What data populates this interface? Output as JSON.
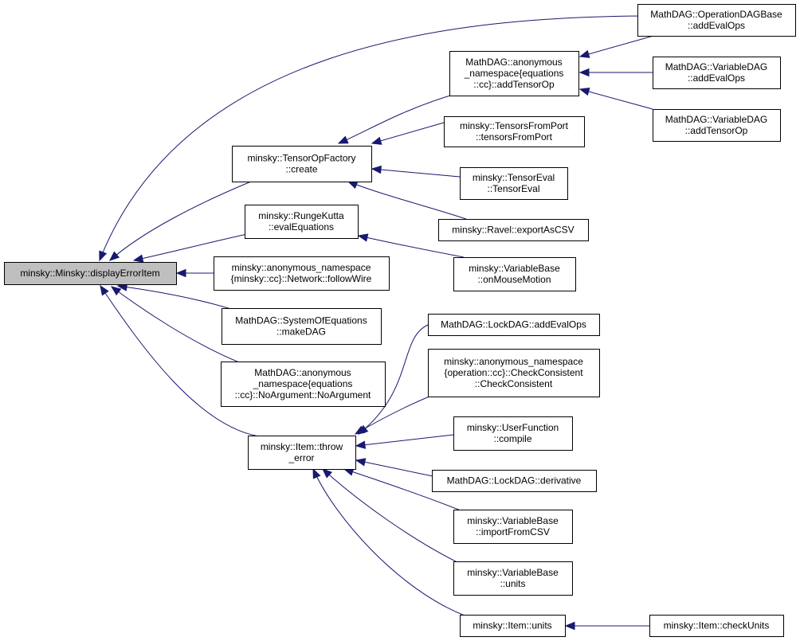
{
  "diagram": {
    "colors": {
      "edge": "#191970",
      "root_fill": "#bfbfbf",
      "node_fill": "#ffffff",
      "border": "#000000"
    },
    "nodes": [
      {
        "id": "root",
        "lines": [
          "minsky::Minsky::displayErrorItem"
        ]
      },
      {
        "id": "opDagAddEval",
        "lines": [
          "MathDAG::OperationDAGBase",
          "::addEvalOps"
        ]
      },
      {
        "id": "anonAddTensorOp",
        "lines": [
          "MathDAG::anonymous",
          "_namespace{equations",
          "::cc}::addTensorOp"
        ]
      },
      {
        "id": "varDagAddEval",
        "lines": [
          "MathDAG::VariableDAG",
          "::addEvalOps"
        ]
      },
      {
        "id": "varDagAddTensor",
        "lines": [
          "MathDAG::VariableDAG",
          "::addTensorOp"
        ]
      },
      {
        "id": "tensorOpCreate",
        "lines": [
          "minsky::TensorOpFactory",
          "::create"
        ]
      },
      {
        "id": "tensorsFromPort",
        "lines": [
          "minsky::TensorsFromPort",
          "::tensorsFromPort"
        ]
      },
      {
        "id": "tensorEval",
        "lines": [
          "minsky::TensorEval",
          "::TensorEval"
        ]
      },
      {
        "id": "ravelExport",
        "lines": [
          "minsky::Ravel::exportAsCSV"
        ]
      },
      {
        "id": "rungeKutta",
        "lines": [
          "minsky::RungeKutta",
          "::evalEquations"
        ]
      },
      {
        "id": "onMouseMotion",
        "lines": [
          "minsky::VariableBase",
          "::onMouseMotion"
        ]
      },
      {
        "id": "followWire",
        "lines": [
          "minsky::anonymous_namespace",
          "{minsky::cc}::Network::followWire"
        ]
      },
      {
        "id": "makeDAG",
        "lines": [
          "MathDAG::SystemOfEquations",
          "::makeDAG"
        ]
      },
      {
        "id": "noArgument",
        "lines": [
          "MathDAG::anonymous",
          "_namespace{equations",
          "::cc}::NoArgument::NoArgument"
        ]
      },
      {
        "id": "throwError",
        "lines": [
          "minsky::Item::throw",
          "_error"
        ]
      },
      {
        "id": "lockAddEval",
        "lines": [
          "MathDAG::LockDAG::addEvalOps"
        ]
      },
      {
        "id": "checkConsistent",
        "lines": [
          "minsky::anonymous_namespace",
          "{operation::cc}::CheckConsistent",
          "::CheckConsistent"
        ]
      },
      {
        "id": "userFnCompile",
        "lines": [
          "minsky::UserFunction",
          "::compile"
        ]
      },
      {
        "id": "lockDerivative",
        "lines": [
          "MathDAG::LockDAG::derivative"
        ]
      },
      {
        "id": "importFromCSV",
        "lines": [
          "minsky::VariableBase",
          "::importFromCSV"
        ]
      },
      {
        "id": "varBaseUnits",
        "lines": [
          "minsky::VariableBase",
          "::units"
        ]
      },
      {
        "id": "itemUnits",
        "lines": [
          "minsky::Item::units"
        ]
      },
      {
        "id": "checkUnits",
        "lines": [
          "minsky::Item::checkUnits"
        ]
      }
    ],
    "edges": [
      {
        "from": "opDagAddEval",
        "to": "root"
      },
      {
        "from": "opDagAddEval",
        "to": "anonAddTensorOp"
      },
      {
        "from": "varDagAddEval",
        "to": "anonAddTensorOp"
      },
      {
        "from": "varDagAddTensor",
        "to": "anonAddTensorOp"
      },
      {
        "from": "anonAddTensorOp",
        "to": "tensorOpCreate"
      },
      {
        "from": "tensorsFromPort",
        "to": "tensorOpCreate"
      },
      {
        "from": "tensorEval",
        "to": "tensorOpCreate"
      },
      {
        "from": "ravelExport",
        "to": "tensorOpCreate"
      },
      {
        "from": "tensorOpCreate",
        "to": "root"
      },
      {
        "from": "rungeKutta",
        "to": "root"
      },
      {
        "from": "onMouseMotion",
        "to": "rungeKutta"
      },
      {
        "from": "followWire",
        "to": "root"
      },
      {
        "from": "makeDAG",
        "to": "root"
      },
      {
        "from": "noArgument",
        "to": "root"
      },
      {
        "from": "throwError",
        "to": "root"
      },
      {
        "from": "lockAddEval",
        "to": "throwError"
      },
      {
        "from": "checkConsistent",
        "to": "throwError"
      },
      {
        "from": "userFnCompile",
        "to": "throwError"
      },
      {
        "from": "lockDerivative",
        "to": "throwError"
      },
      {
        "from": "importFromCSV",
        "to": "throwError"
      },
      {
        "from": "varBaseUnits",
        "to": "throwError"
      },
      {
        "from": "itemUnits",
        "to": "throwError"
      },
      {
        "from": "checkUnits",
        "to": "itemUnits"
      }
    ]
  }
}
